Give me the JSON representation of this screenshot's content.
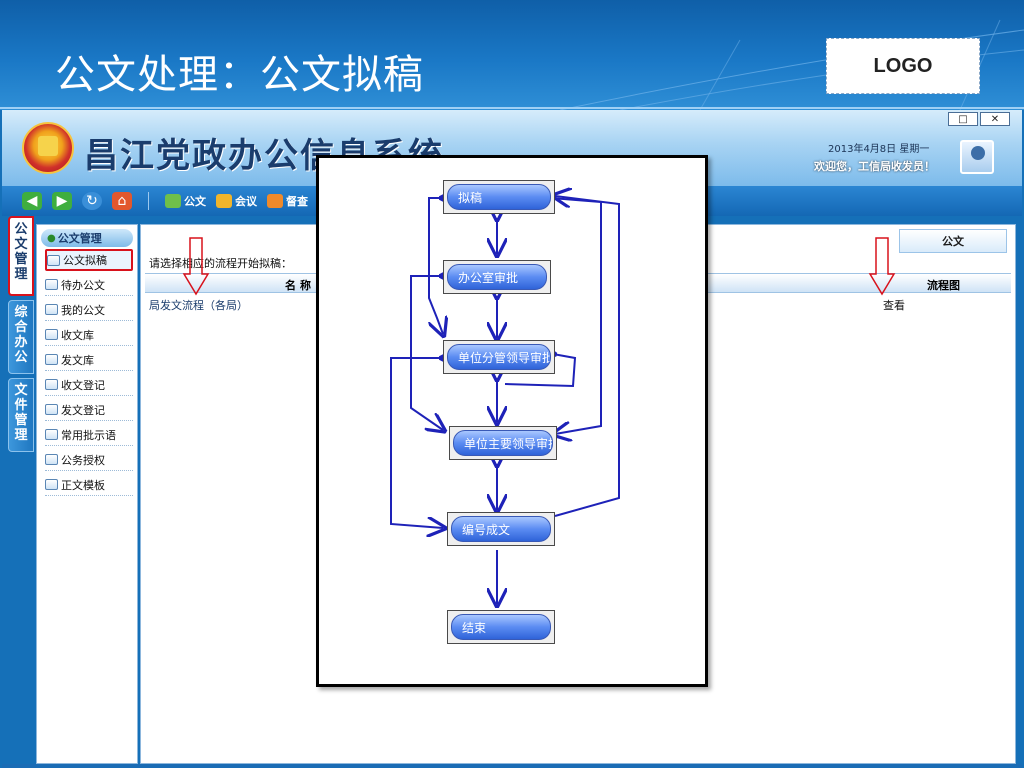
{
  "slide": {
    "title": "公文处理：公文拟稿",
    "logo": "LOGO"
  },
  "app": {
    "system_title": "昌江党政办公信息系统",
    "date": "2013年4月8日  星期一",
    "welcome": "欢迎您，工信局收发员！",
    "window_buttons": [
      "□",
      "✕"
    ],
    "toolbar": {
      "nav_icons": [
        "back-arrow-icon",
        "forward-arrow-icon",
        "refresh-icon",
        "home-icon"
      ],
      "items": [
        {
          "label": "公文",
          "icon": "document-icon"
        },
        {
          "label": "会议",
          "icon": "meeting-icon"
        },
        {
          "label": "督查",
          "icon": "inspect-icon"
        }
      ]
    },
    "vertical_tabs": [
      {
        "label": "公文管理",
        "active": true
      },
      {
        "label": "综合办公",
        "active": false
      },
      {
        "label": "文件管理",
        "active": false
      }
    ],
    "sidebar": {
      "header": "公文管理",
      "items": [
        {
          "label": "公文拟稿",
          "active": true
        },
        {
          "label": "待办公文",
          "active": false
        },
        {
          "label": "我的公文",
          "active": false
        },
        {
          "label": "收文库",
          "active": false
        },
        {
          "label": "发文库",
          "active": false
        },
        {
          "label": "收文登记",
          "active": false
        },
        {
          "label": "发文登记",
          "active": false
        },
        {
          "label": "常用批示语",
          "active": false
        },
        {
          "label": "公务授权",
          "active": false
        },
        {
          "label": "正文模板",
          "active": false
        }
      ]
    },
    "main": {
      "tab_label": "公文",
      "instruction": "请选择相应的流程开始拟稿：",
      "col_name": "名称",
      "col_flow": "流程图",
      "rows": [
        {
          "name": "局发文流程（各局）",
          "view": "查看"
        }
      ]
    }
  },
  "flowchart": {
    "nodes": [
      "拟稿",
      "办公室审批",
      "单位分管领导审批",
      "单位主要领导审批",
      "编号成文",
      "结束"
    ]
  },
  "colors": {
    "accent_red": "#d8121c",
    "flow_arrow": "#1e22b8",
    "header_blue": "#1570b8"
  }
}
